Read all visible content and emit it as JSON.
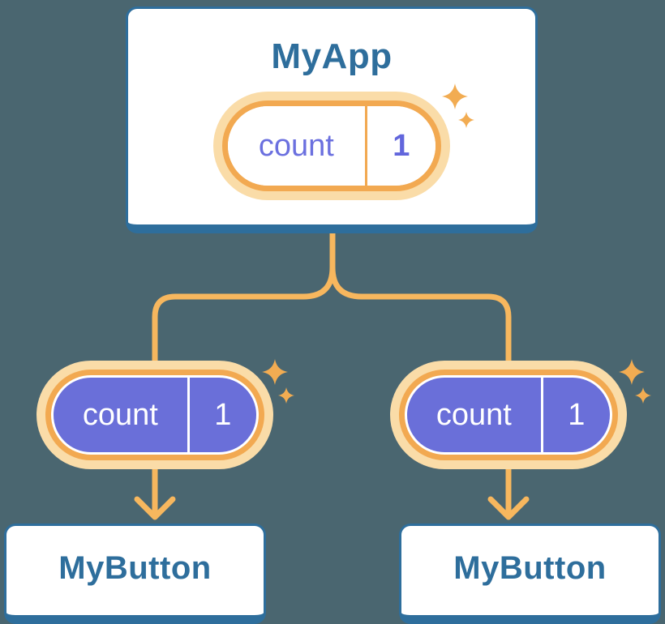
{
  "tree": {
    "root": {
      "label": "MyApp",
      "state": {
        "name": "count",
        "value": "1"
      }
    },
    "children": [
      {
        "label": "MyButton",
        "prop": {
          "name": "count",
          "value": "1"
        }
      },
      {
        "label": "MyButton",
        "prop": {
          "name": "count",
          "value": "1"
        }
      }
    ]
  },
  "icons": {
    "sparkle": "sparkle-icon",
    "arrow": "arrow-down-chevron"
  },
  "colors": {
    "background": "#4A6670",
    "card_fill": "#FFFFFF",
    "card_border": "#2E6E9C",
    "component_text": "#2E6E9C",
    "pill_fill": "#6A6FD9",
    "pill_text_light": "#6B70DF",
    "pill_text_solid": "#FFFFFF",
    "pill_ring": "#F2A951",
    "pill_glow": "#FADCA8",
    "connector": "#F7B75E",
    "sparkle": "#F2AC52"
  }
}
